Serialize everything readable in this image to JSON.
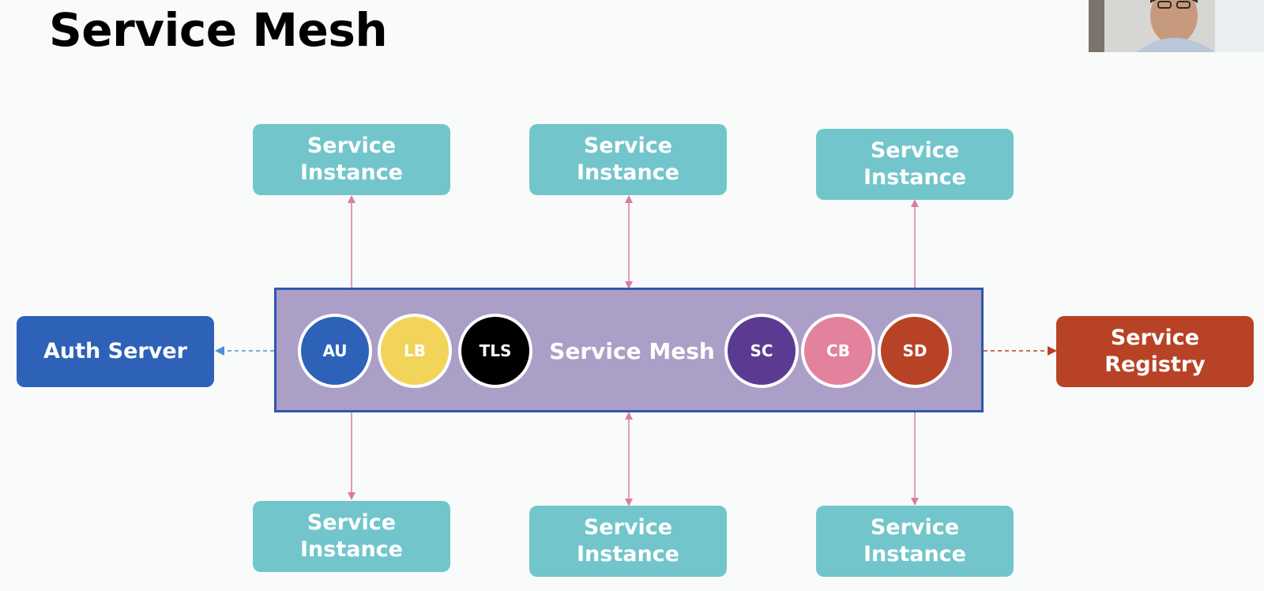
{
  "title": "Service Mesh",
  "mesh": {
    "label": "Service Mesh",
    "components": [
      {
        "label": "AU",
        "color": "#2d62b8"
      },
      {
        "label": "LB",
        "color": "#f2d45a"
      },
      {
        "label": "TLS",
        "color": "#000000"
      },
      {
        "label": "SC",
        "color": "#5b3b91"
      },
      {
        "label": "CB",
        "color": "#e2829c"
      },
      {
        "label": "SD",
        "color": "#b84226"
      }
    ]
  },
  "top_instances": [
    {
      "label": "Service\nInstance"
    },
    {
      "label": "Service\nInstance"
    },
    {
      "label": "Service\nInstance"
    }
  ],
  "bottom_instances": [
    {
      "label": "Service\nInstance"
    },
    {
      "label": "Service\nInstance"
    },
    {
      "label": "Service\nInstance"
    }
  ],
  "auth_server": {
    "label": "Auth Server",
    "color": "#2d62b8"
  },
  "service_registry": {
    "label": "Service\nRegistry",
    "color": "#b84226"
  },
  "colors": {
    "instance": "#72c6cb",
    "mesh_fill": "#ab9fc8",
    "mesh_border": "#2f58aa",
    "connector": "#d97e9e",
    "auth_arrow": "#4a90d9",
    "registry_arrow": "#b84226"
  }
}
